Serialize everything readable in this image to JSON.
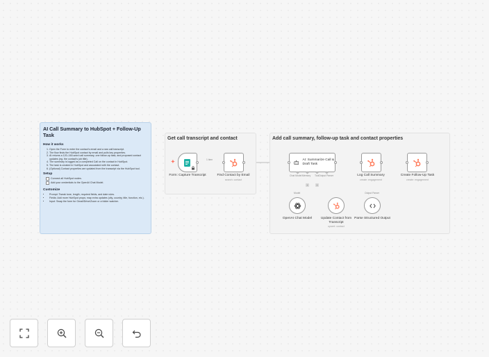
{
  "note": {
    "title": "AI Call Summary to HubSpot + Follow-Up Task",
    "how_heading": "How it works",
    "how_items": [
      "Open the Form to enter the contact's email and a raw call transcript.",
      "The flow finds the HubSpot contact by email and pulls key properties.",
      "AI returns a 120–160-word call summary, one follow-up task, and proposed contact updates (eg. the contact's job title).",
      "The summary is logged as a completed Call on the contact in HubSpot.",
      "The task is created in HubSpot and associated with the contact.",
      "(Optional) Contact properties are updated from the transcript via the HubSpot tool."
    ],
    "setup_heading": "Setup",
    "setup_items": [
      "Connect all HubSpot nodes.",
      "Add your credentials to the OpenAI Chat Model."
    ],
    "customize_heading": "Customize",
    "customize_items": [
      "Prompt: Tweak tone, length, required fields, and date rules.",
      "Fields: Add more HubSpot props; map extra updates (city, country, title, function, etc.).",
      "Input: Swap the form for Gmail/Drive/Zoom or a folder watcher."
    ]
  },
  "sections": {
    "get": "Get call transcript and contact",
    "add": "Add call summary, follow-up task and contact properties"
  },
  "nodes": {
    "form": {
      "label": "Form: Capture Transcript"
    },
    "find": {
      "label": "Find Contact by Email",
      "sub": "search: contact"
    },
    "ai": {
      "label": "AI: Summarize Call & Draft Task"
    },
    "log": {
      "label": "Log Call Summary",
      "sub": "create: engagement"
    },
    "task": {
      "label": "Create Follow-Up Task",
      "sub": "create: engagement"
    },
    "openai": {
      "label": "OpenAI Chat Model"
    },
    "update": {
      "label": "Update Contact from Transcript",
      "sub": "upsert: contact"
    },
    "parser": {
      "label": "Parse Structured Output"
    }
  },
  "edges": {
    "item_label": "1 item",
    "chat_model": "Chat Model",
    "memory": "Memory",
    "tool": "Tool",
    "output_parser": "Output Parser",
    "model": "Model"
  },
  "controls": {
    "fit": "fit-view",
    "zoom_in": "zoom-in",
    "zoom_out": "zoom-out",
    "reset": "reset-zoom"
  },
  "colors": {
    "hubspot": "#ff7a59",
    "form": "#1eb2a6",
    "note": "#dbe9f7"
  }
}
